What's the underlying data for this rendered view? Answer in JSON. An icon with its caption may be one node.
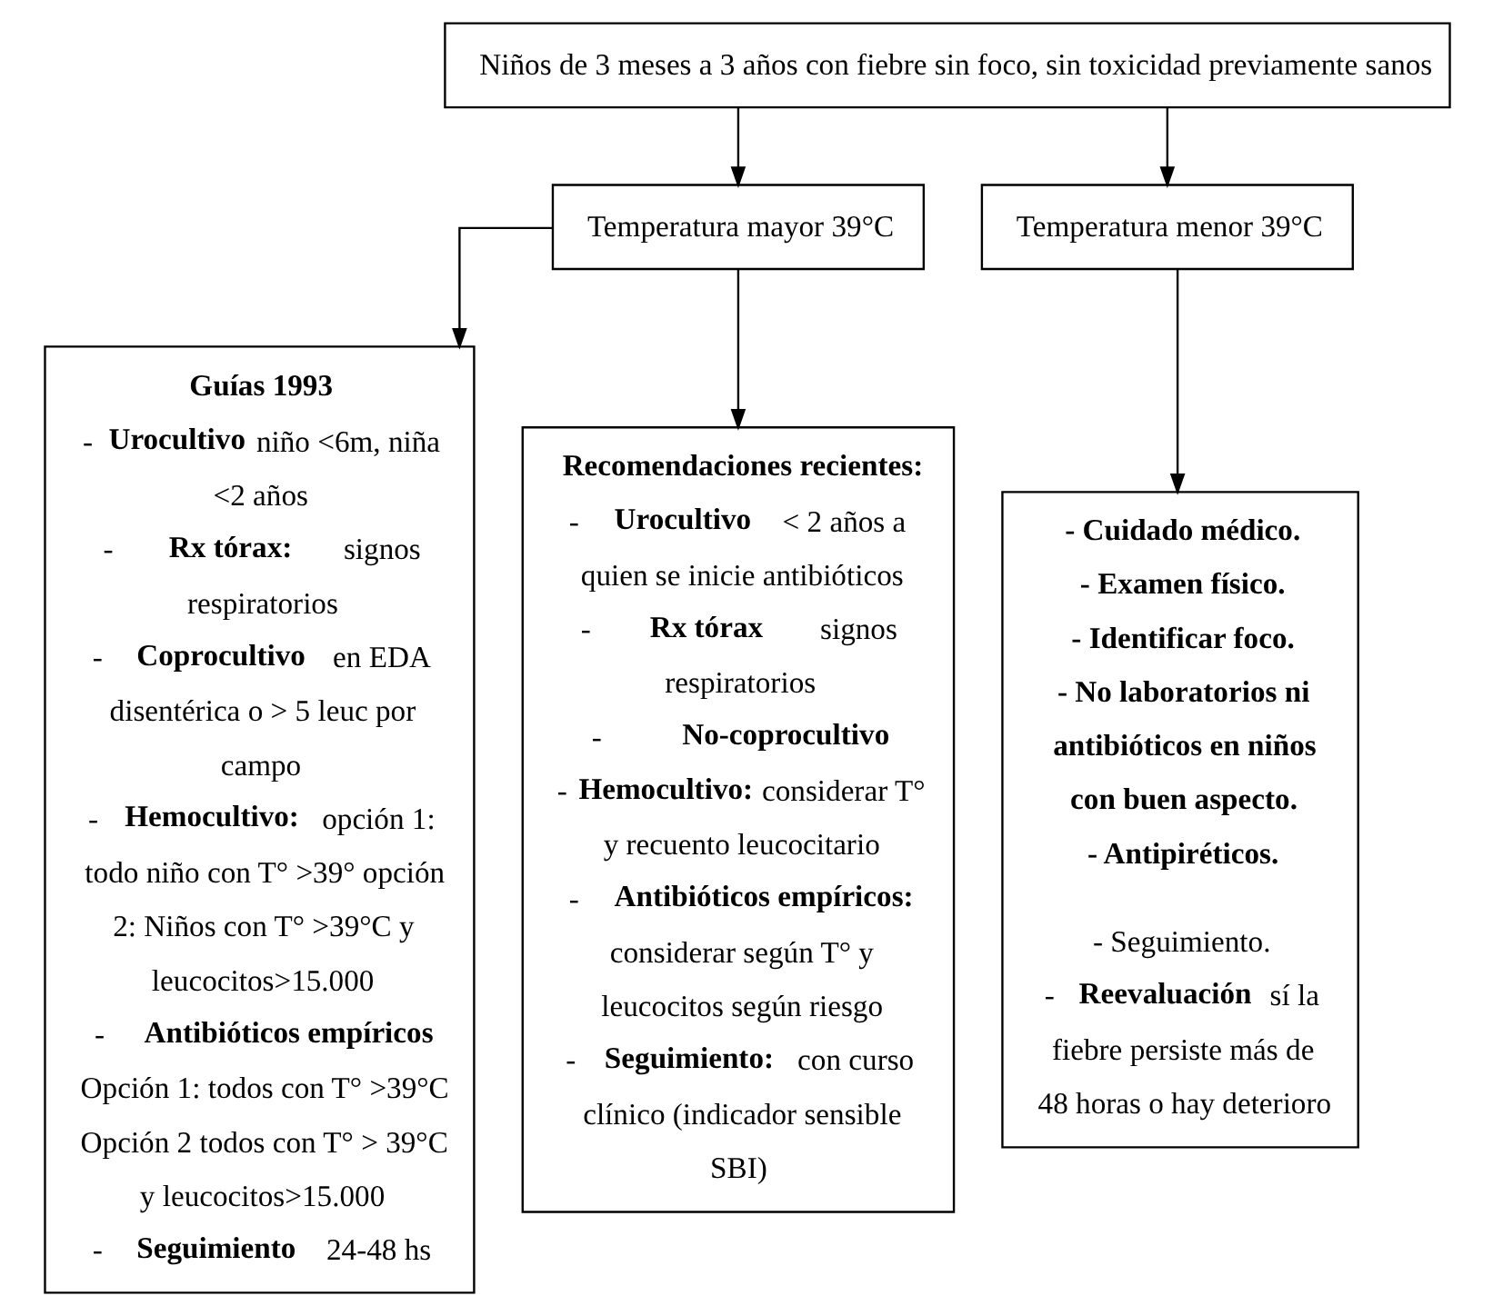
{
  "diagram": {
    "nodes": [
      {
        "text": [
          "Niños de 3 meses a 3 años con fiebre sin foco, sin toxicidad previamente sanos"
        ]
      },
      {
        "text": [
          "Temperatura mayor 39°C"
        ]
      },
      {
        "text": [
          "Temperatura menor 39°C"
        ]
      },
      {
        "text": [
          "Guías 1993",
          "- **Urocultivo** niño <6m, niña <2 años",
          "- **Rx tórax:** signos respiratorios",
          "- **Coprocultivo** en EDA disentérica o > 5 leuc por campo",
          "- **Hemocultivo:** opción 1: todo niño con T° >39° opción 2: Niños con T° >39°C y leucocitos>15.000",
          "- **Antibióticos empíricos** Opción 1: todos con T° >39°C Opción 2 todos con T° > 39°C y leucocitos>15.000",
          "- **Seguimiento** 24-48 hs"
        ]
      },
      {
        "text": [
          "Recomendaciones recientes:",
          "- **Urocultivo** < 2 años a quien se inicie antibióticos",
          "- **Rx tórax** signos respiratorios",
          "- **No-coprocultivo**",
          "- **Hemocultivo:** considerar T° y recuento leucocitario",
          "- **Antibióticos empíricos:** considerar según T° y leucocitos según riesgo",
          "- **Seguimiento:** con curso clínico (indicador sensible SBI)"
        ]
      },
      {
        "text": [
          "- Cuidado médico.",
          "- Examen físico.",
          "- Identificar foco.",
          "- No laboratorios ni antibióticos en niños con buen aspecto.",
          "- Antipiréticos.",
          "- Seguimiento.",
          "- **Reevaluación** sí la fiebre persiste más de 48 horas o hay deterioro"
        ]
      }
    ],
    "edges": [
      {
        "from": 0,
        "to": 1,
        "arrow": "to"
      },
      {
        "from": 0,
        "to": 2,
        "arrow": "to"
      },
      {
        "from": 1,
        "to": 3,
        "arrow": "to"
      },
      {
        "from": 1,
        "to": 4,
        "arrow": "to"
      },
      {
        "from": 2,
        "to": 5,
        "arrow": "to"
      }
    ]
  }
}
